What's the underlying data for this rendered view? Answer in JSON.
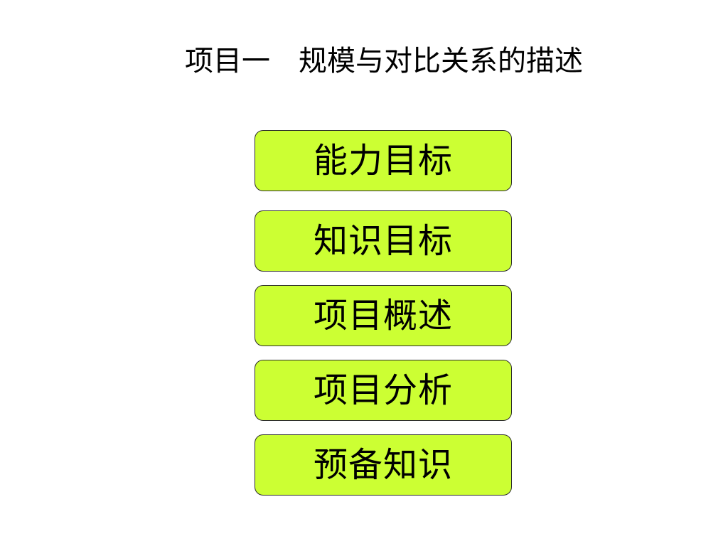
{
  "title": "项目一　规模与对比关系的描述",
  "colors": {
    "button_fill": "#ccff33",
    "button_border": "#2b2b2b",
    "background": "#ffffff",
    "text": "#000000"
  },
  "buttons": [
    {
      "label": "能力目标"
    },
    {
      "label": "知识目标"
    },
    {
      "label": "项目概述"
    },
    {
      "label": "项目分析"
    },
    {
      "label": "预备知识"
    }
  ]
}
